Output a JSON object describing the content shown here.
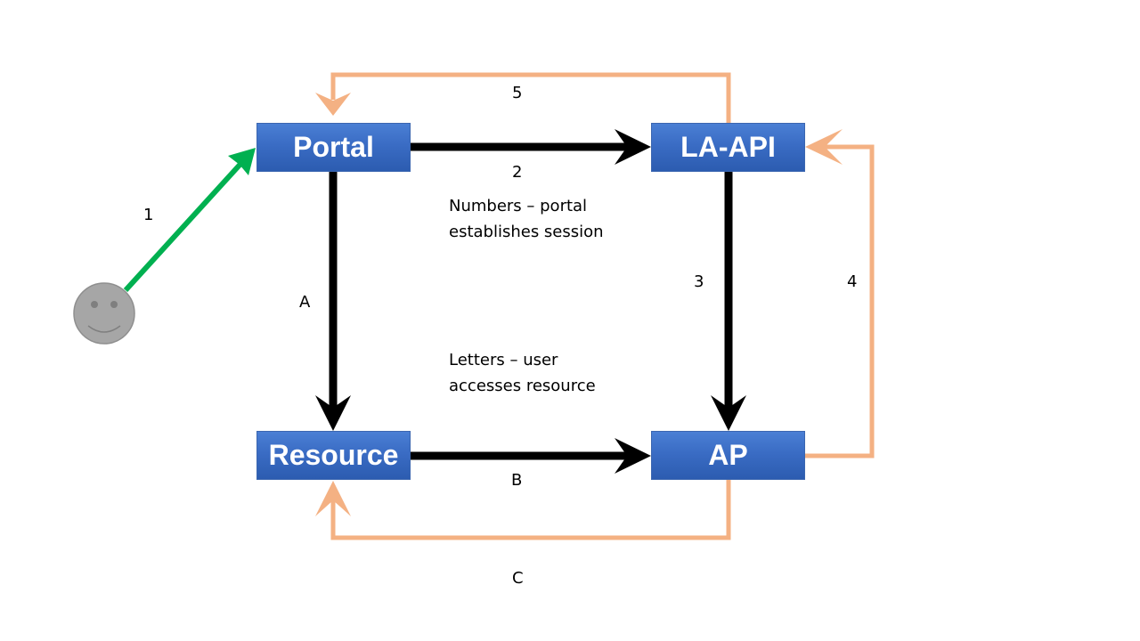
{
  "nodes": {
    "portal": "Portal",
    "la_api": "LA-API",
    "resource": "Resource",
    "ap": "AP"
  },
  "edge_labels": {
    "step_1": "1",
    "step_2": "2",
    "step_3": "3",
    "step_4": "4",
    "step_5": "5",
    "step_a": "A",
    "step_b": "B",
    "step_c": "C"
  },
  "legend": {
    "numbers_line1": "Numbers – portal",
    "numbers_line2": "establishes session",
    "letters_line1": "Letters – user",
    "letters_line2": "accesses resource"
  },
  "colors": {
    "node_fill": "#3a6cc4",
    "black_arrow": "#000000",
    "orange_arrow": "#f4b183",
    "green_arrow": "#00b050",
    "user_face": "#a6a6a6"
  },
  "icons": {
    "user": "smiley-user-icon"
  }
}
